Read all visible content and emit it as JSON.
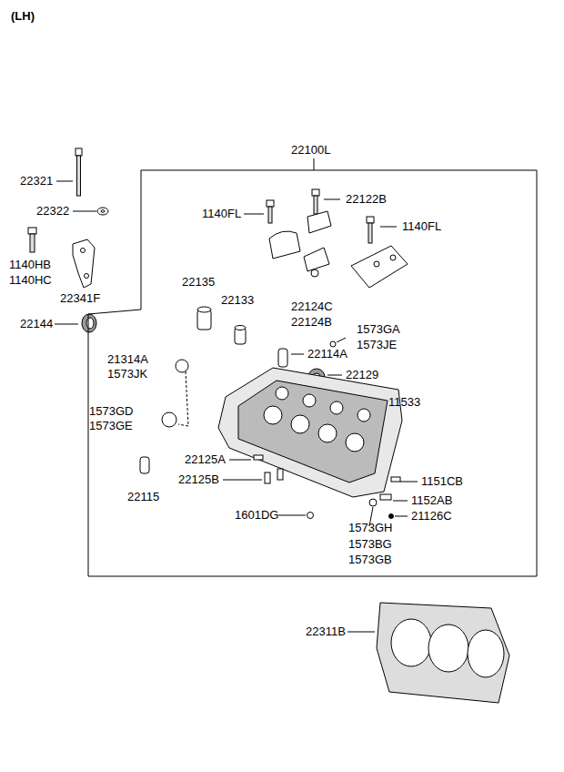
{
  "diagram": {
    "title": "(LH)",
    "nodes": [
      {
        "text": [
          "22100L"
        ]
      }
    ],
    "labels": [
      "22321",
      "22322",
      "1140HB",
      "1140HC",
      "22341F",
      "22144",
      "22122B",
      "1140FL",
      "1140FL",
      "22135",
      "22133",
      "22124C",
      "22124B",
      "1573GA",
      "1573JE",
      "22114A",
      "21314A",
      "1573JK",
      "22129",
      "11533",
      "1573GD",
      "1573GE",
      "22125A",
      "22125B",
      "1151CB",
      "22115",
      "1152AB",
      "1601DG",
      "21126C",
      "1573GH",
      "1573BG",
      "1573GB",
      "22311B"
    ]
  }
}
